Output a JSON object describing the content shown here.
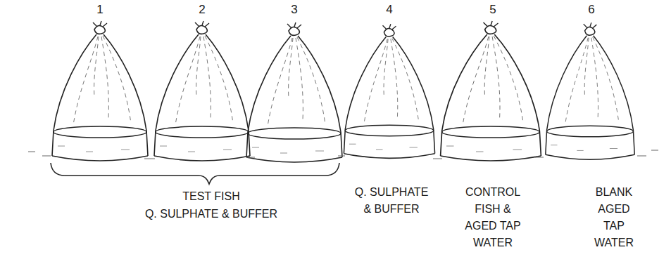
{
  "diagram": {
    "labels": [
      "1",
      "2",
      "3",
      "4",
      "5",
      "6",
      "TEST FISH",
      "Q. SULPHATE & BUFFER",
      "Q. SULPHATE & BUFFER",
      "CONTROL FISH & AGED TAP WATER",
      "BLANK AGED TAP WATER"
    ]
  }
}
